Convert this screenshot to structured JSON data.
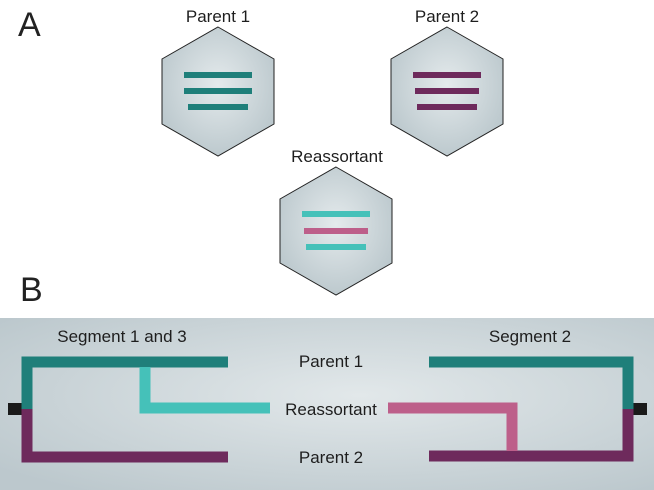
{
  "panel_a": {
    "letter": "A",
    "hexagons": [
      {
        "label": "Parent 1",
        "segment_colors": [
          "#1f7f7a",
          "#1f7f7a",
          "#1f7f7a"
        ]
      },
      {
        "label": "Parent 2",
        "segment_colors": [
          "#6e2a5c",
          "#6e2a5c",
          "#6e2a5c"
        ]
      },
      {
        "label": "Reassortant",
        "segment_colors": [
          "#45c1b9",
          "#bd5f8a",
          "#45c1b9"
        ]
      }
    ]
  },
  "panel_b": {
    "letter": "B",
    "left_title": "Segment 1 and 3",
    "right_title": "Segment 2",
    "labels": {
      "parent1": "Parent 1",
      "reassortant": "Reassortant",
      "parent2": "Parent 2"
    }
  },
  "colors": {
    "parent1": "#1f7f7a",
    "parent2": "#6e2a5c",
    "reassortant_from_parent1": "#45c1b9",
    "reassortant_from_parent2": "#bd5f8a",
    "hexagon_fill": "#c4cfd3",
    "panel_b_background": "#c9d4d8",
    "root_marker": "#1a1a1a"
  }
}
